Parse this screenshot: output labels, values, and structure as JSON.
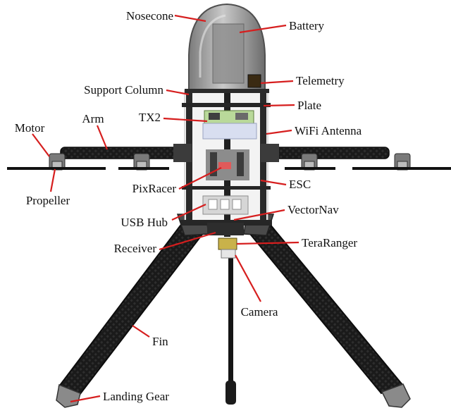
{
  "labels": {
    "nosecone": "Nosecone",
    "battery": "Battery",
    "telemetry": "Telemetry",
    "support_column": "Support Column",
    "plate": "Plate",
    "tx2": "TX2",
    "wifi_antenna": "WiFi Antenna",
    "motor": "Motor",
    "arm": "Arm",
    "propeller": "Propeller",
    "pixracer": "PixRacer",
    "esc": "ESC",
    "usb_hub": "USB Hub",
    "vectornav": "VectorNav",
    "receiver": "Receiver",
    "teraranger": "TeraRanger",
    "camera": "Camera",
    "fin": "Fin",
    "landing_gear": "Landing Gear"
  },
  "colors": {
    "leader": "#d61e1e",
    "carbon": "#1c1c1c",
    "nosecone": "#9a9a9a",
    "metal": "#6f6f6f"
  }
}
